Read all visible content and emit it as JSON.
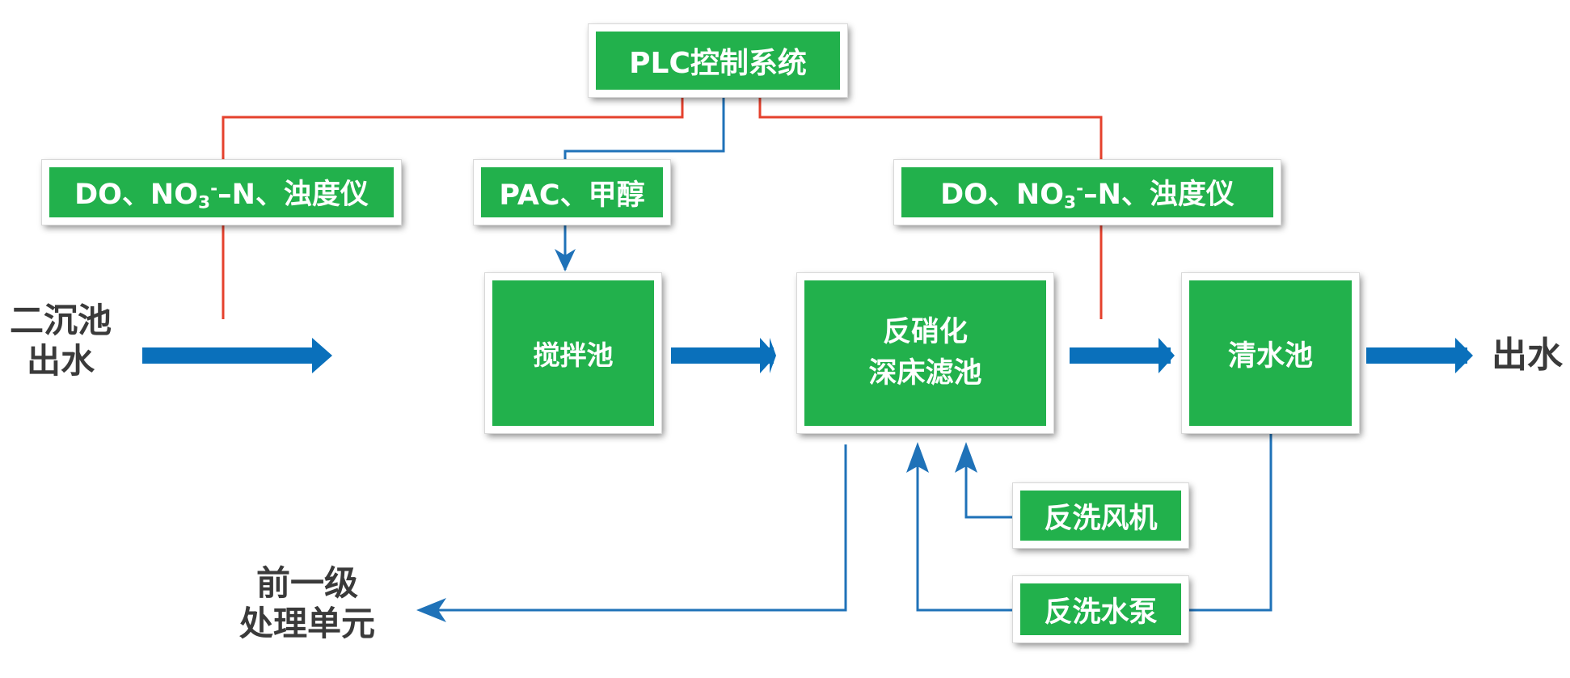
{
  "colors": {
    "box_fill": "#22b14c",
    "box_border": "#ffffff",
    "signal_line": "#e5412d",
    "control_line": "#1f72b8",
    "flow_arrow": "#0a70bb",
    "label_text": "#3a3a3a"
  },
  "boxes": {
    "plc": "PLC控制系统",
    "sensor_left": {
      "pre": "DO、NO",
      "sub": "3",
      "sup": "-",
      "post": "–N、浊度仪"
    },
    "sensor_right": {
      "pre": "DO、NO",
      "sub": "3",
      "sup": "-",
      "post": "–N、浊度仪"
    },
    "dosing": "PAC、甲醇",
    "mixing_tank": "搅拌池",
    "denitrification_filter": {
      "line1": "反硝化",
      "line2": "深床滤池"
    },
    "clear_water_tank": "清水池",
    "backwash_blower": "反洗风机",
    "backwash_pump": "反洗水泵"
  },
  "labels": {
    "inlet": {
      "line1": "二沉池",
      "line2": "出水"
    },
    "outlet": "出水",
    "return": {
      "line1": "前一级",
      "line2": "处理单元"
    }
  }
}
